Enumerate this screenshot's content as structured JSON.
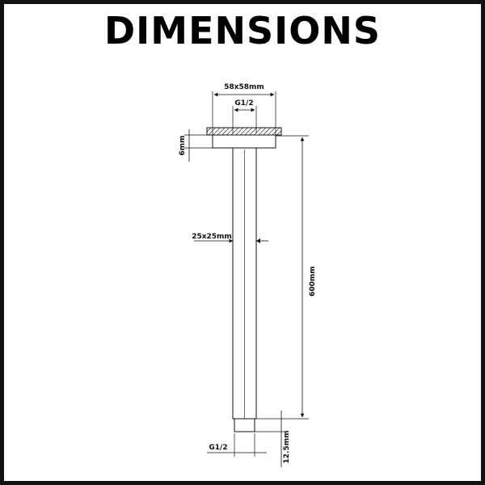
{
  "title": "DIMENSIONS",
  "labels": {
    "flange_size": "58x58mm",
    "top_thread": "G1/2",
    "flange_thickness": "6mm",
    "arm_size": "25x25mm",
    "arm_length": "600mm",
    "bottom_thread": "G1/2",
    "thread_length": "12.5mm"
  },
  "colors": {
    "line": "#111111",
    "title": "#000000",
    "border": "#111111"
  }
}
